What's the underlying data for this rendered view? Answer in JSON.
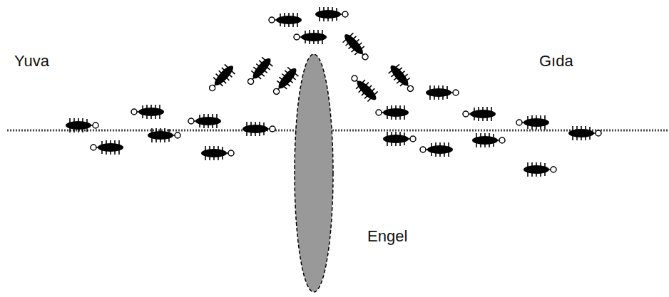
{
  "diagram": {
    "labels": [
      "Yuva",
      "Gıda",
      "Engel"
    ]
  }
}
